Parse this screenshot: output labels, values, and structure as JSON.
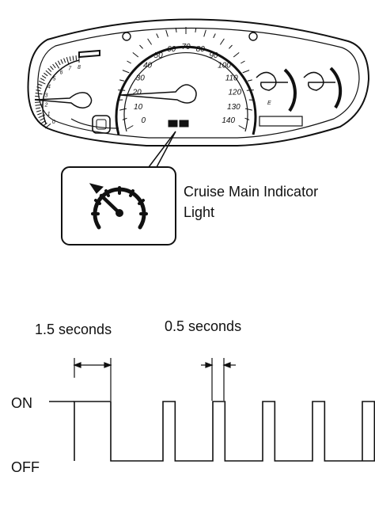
{
  "cluster": {
    "speedometer_scale": [
      "0",
      "10",
      "20",
      "30",
      "40",
      "50",
      "60",
      "70",
      "80",
      "90",
      "100",
      "110",
      "120",
      "130",
      "140"
    ],
    "tachometer_scale": [
      "0",
      "1",
      "2",
      "3",
      "4",
      "5",
      "6",
      "7",
      "8"
    ],
    "fuel_mark": "E"
  },
  "callout": {
    "label_line1": "Cruise Main Indicator",
    "label_line2": "Light",
    "icon": "cruise-control-speedometer-icon"
  },
  "timing": {
    "label_on": "ON",
    "label_off": "OFF",
    "label_first_on": "1.5 seconds",
    "label_short_off": "0.5 seconds",
    "first_on_seconds": 1.5,
    "pulse_seconds": 0.5,
    "pulse_count": 5
  },
  "colors": {
    "line": "#111111",
    "background": "#ffffff"
  }
}
